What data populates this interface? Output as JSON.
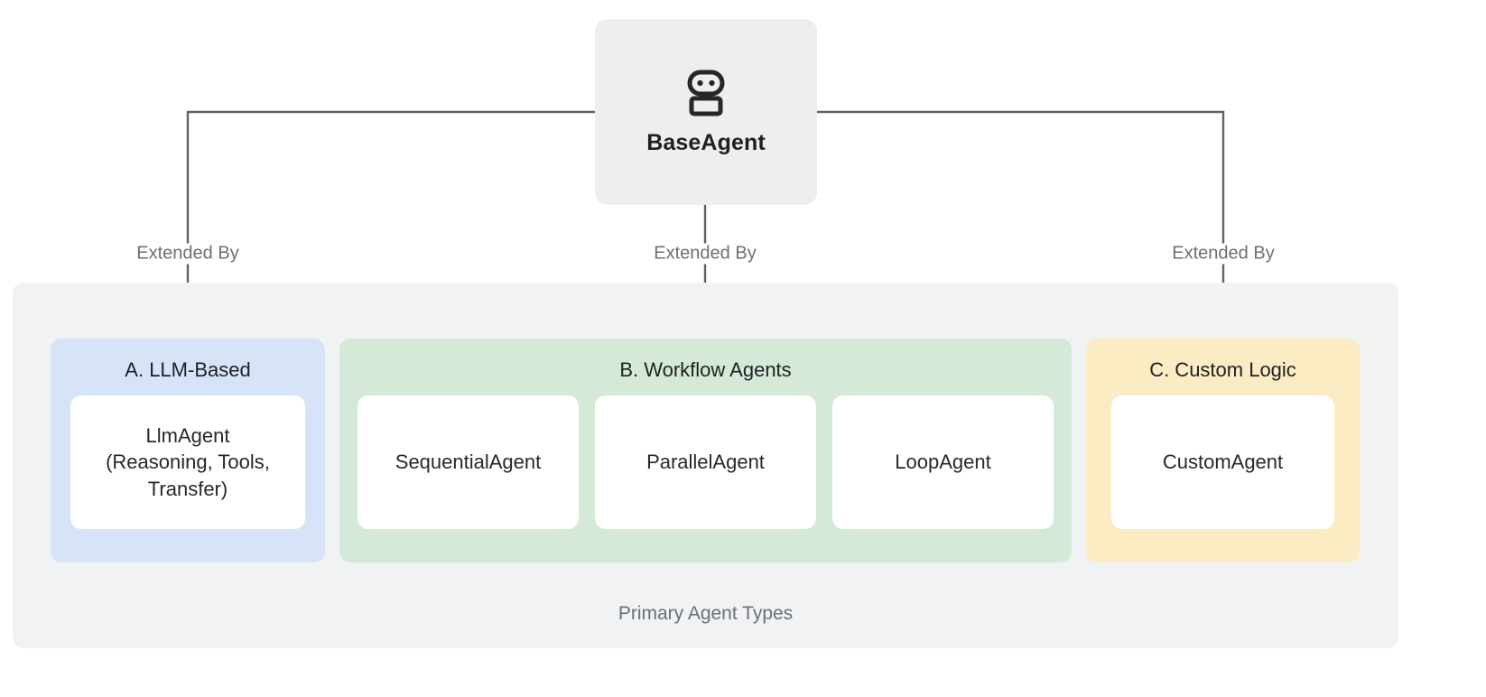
{
  "root": {
    "label": "BaseAgent",
    "icon": "robot-icon",
    "bg_color": "#eeeeee"
  },
  "edges": [
    {
      "label": "Extended By",
      "target": "A. LLM-Based"
    },
    {
      "label": "Extended By",
      "target": "B. Workflow Agents"
    },
    {
      "label": "Extended By",
      "target": "C. Custom Logic"
    }
  ],
  "edge_labels": {
    "left": "Extended By",
    "middle": "Extended By",
    "right": "Extended By"
  },
  "group": {
    "caption": "Primary Agent Types",
    "bg_color": "#f1f2f4"
  },
  "categories": [
    {
      "id": "cat-a",
      "title": "A. LLM-Based",
      "bg_color": "#d7e3f9",
      "cards": [
        {
          "label": "LlmAgent\n(Reasoning, Tools,\nTransfer)"
        }
      ]
    },
    {
      "id": "cat-b",
      "title": "B. Workflow Agents",
      "bg_color": "#d4e9d8",
      "cards": [
        {
          "label": "SequentialAgent"
        },
        {
          "label": "ParallelAgent"
        },
        {
          "label": "LoopAgent"
        }
      ]
    },
    {
      "id": "cat-c",
      "title": "C. Custom Logic",
      "bg_color": "#fbecc3",
      "cards": [
        {
          "label": "CustomAgent"
        }
      ]
    }
  ],
  "colors": {
    "connector": "#5f6368",
    "text_primary": "#1f2023",
    "text_muted": "#6b7075",
    "card_bg": "#ffffff",
    "page_bg": "#ffffff"
  }
}
